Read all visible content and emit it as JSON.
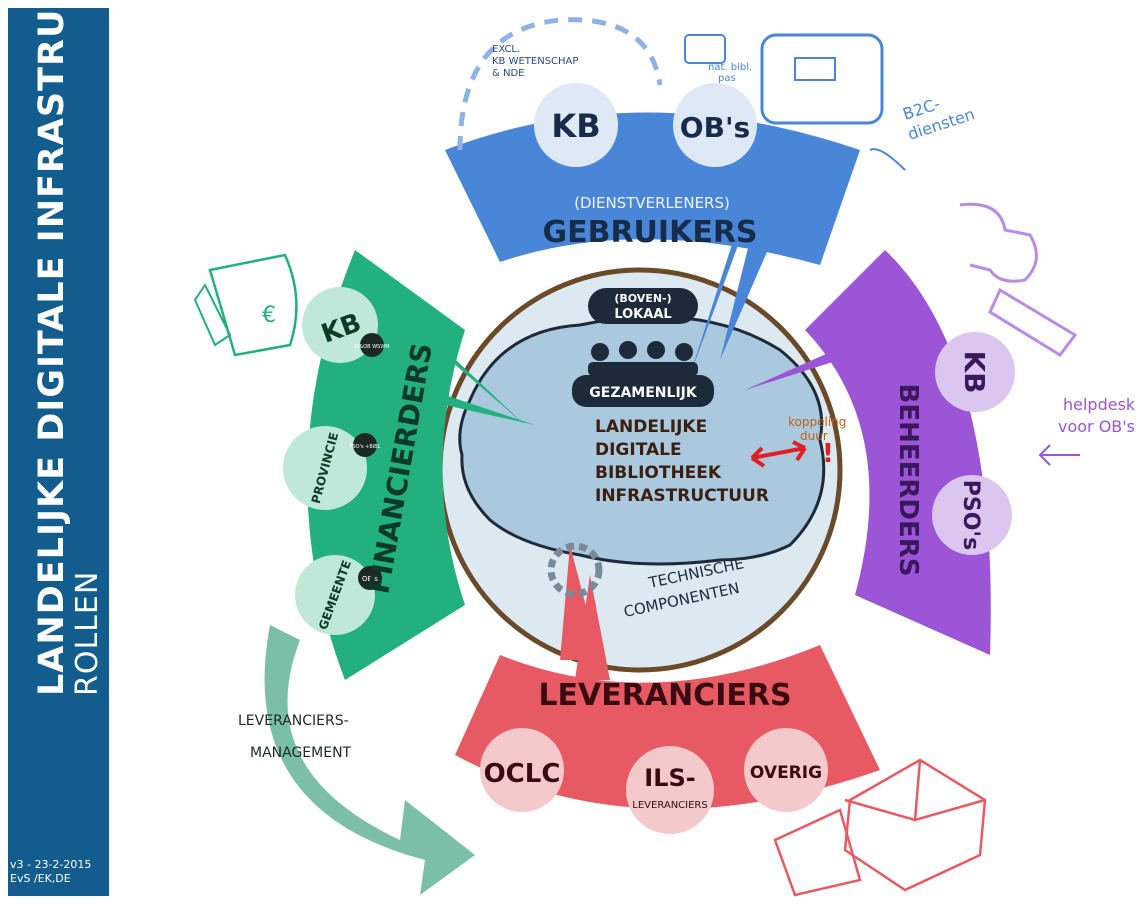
{
  "sidebar": {
    "title": "LANDELIJKE DIGITALE INFRASTRUCTUUR",
    "subtitle": "ROLLEN",
    "version": "v3 - 23-2-2015",
    "authors": "EvS /EK,DE",
    "bg_color": "#125c8e"
  },
  "center": {
    "title_lines": [
      "LANDELIJKE",
      "DIGITALE",
      "BIBLIOTHEEK",
      "INFRASTRUCTUUR"
    ],
    "gezamenlijk": "GEZAMENLIJK",
    "boven_lokaal": [
      "(BOVEN-)",
      "LOKAAL"
    ],
    "koppeling": [
      "koppeling",
      "duur"
    ],
    "technische": [
      "TECHNISCHE",
      "COMPONENTEN"
    ]
  },
  "gebruikers": {
    "heading": "GEBRUIKERS",
    "subheading": "(DIENSTVERLENERS)",
    "circles": [
      "KB",
      "OB's"
    ],
    "excl_note": [
      "EXCL.",
      "KB WETENSCHAP",
      "& NDE"
    ],
    "nat_bib_pas": [
      "nat. bibl.",
      "pas"
    ],
    "b2c": [
      "B2C-",
      "diensten"
    ],
    "color": "#4a86d8"
  },
  "beheerders": {
    "heading": "BEHEERDERS",
    "circles": [
      "KB",
      "PSO's"
    ],
    "helpdesk": [
      "helpdesk",
      "voor OB's"
    ],
    "color": "#9b55d6"
  },
  "leveranciers": {
    "heading": "LEVERANCIERS",
    "circles": [
      {
        "label": "OCLC",
        "sub": ""
      },
      {
        "label": "ILS-",
        "sub": "LEVERANCIERS"
      },
      {
        "label": "OVERIG",
        "sub": ""
      }
    ],
    "color": "#e85a63"
  },
  "financierders": {
    "heading": "FINANCIERDERS",
    "circles": [
      {
        "label": "KB",
        "badge": "W&OB WSWM"
      },
      {
        "label": "PROVINCIE",
        "badge": "PSO's +BIBL"
      },
      {
        "label": "GEMEENTE",
        "badge": "OB's"
      }
    ],
    "color": "#22b07e"
  },
  "management": {
    "label": [
      "LEVERANCIERS-",
      "MANAGEMENT"
    ],
    "color": "#7cbfa8"
  }
}
